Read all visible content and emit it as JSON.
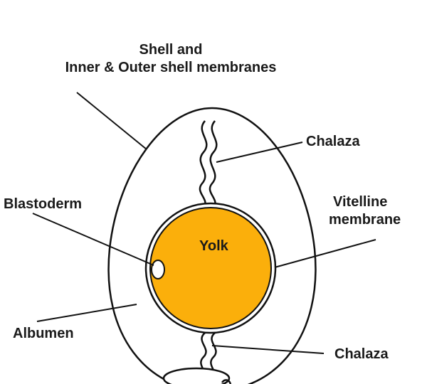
{
  "labels": {
    "shell_line1": "Shell and",
    "shell_line2": "Inner & Outer shell membranes",
    "chalaza_top": "Chalaza",
    "blastoderm": "Blastoderm",
    "vitelline_line1": "Vitelline",
    "vitelline_line2": "membrane",
    "yolk": "Yolk",
    "albumen": "Albumen",
    "chalaza_bottom": "Chalaza"
  },
  "colors": {
    "yolk": "#FBAF0B",
    "outline": "#111111",
    "text": "#1a1a1a"
  }
}
